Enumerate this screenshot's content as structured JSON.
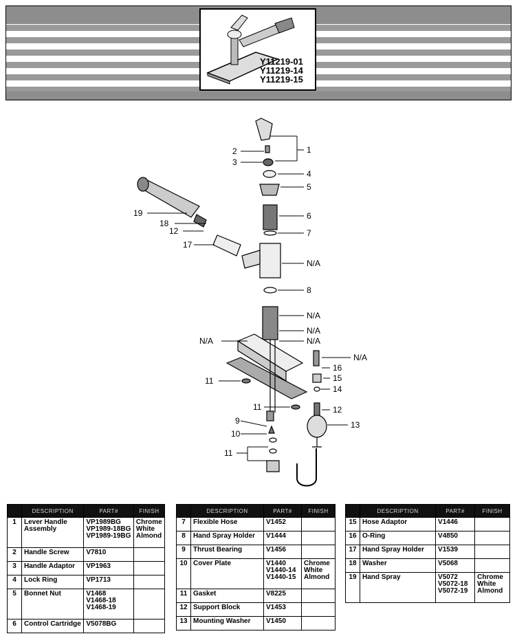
{
  "header": {
    "model_numbers": [
      "Y11219-01",
      "Y11219-14",
      "Y11219-15"
    ]
  },
  "callouts": {
    "c1": "1",
    "c2": "2",
    "c3": "3",
    "c4": "4",
    "c5": "5",
    "c6": "6",
    "c7": "7",
    "c8": "8",
    "c9": "9",
    "c10": "10",
    "c11a": "11",
    "c11b": "11",
    "c11c": "11",
    "c12a": "12",
    "c12b": "12",
    "c13": "13",
    "c14": "14",
    "c15": "15",
    "c16": "16",
    "c17": "17",
    "c18": "18",
    "c19": "19",
    "na1": "N/A",
    "na2": "N/A",
    "na3": "N/A",
    "na4": "N/A",
    "na5": "N/A",
    "na6": "N/A"
  },
  "table_headers": {
    "description": "DESCRIPTION",
    "part": "PART#",
    "finish": "FINISH"
  },
  "parts_tables": [
    {
      "rows": [
        {
          "num": "1",
          "desc": [
            "Lever Handle",
            "Assembly"
          ],
          "parts": [
            "VP1989BG",
            "VP1989-18BG",
            "VP1989-19BG"
          ],
          "finish": [
            "Chrome",
            "White",
            "Almond"
          ]
        },
        {
          "num": "2",
          "desc": [
            "Handle Screw"
          ],
          "parts": [
            "V7810"
          ],
          "finish": []
        },
        {
          "num": "3",
          "desc": [
            "Handle Adaptor"
          ],
          "parts": [
            "VP1963"
          ],
          "finish": []
        },
        {
          "num": "4",
          "desc": [
            "Lock Ring"
          ],
          "parts": [
            "VP1713"
          ],
          "finish": []
        },
        {
          "num": "5",
          "desc": [
            "Bonnet Nut"
          ],
          "parts": [
            "V1468",
            "V1468-18",
            "V1468-19"
          ],
          "finish": []
        },
        {
          "num": "6",
          "desc": [
            "Control Cartridge"
          ],
          "parts": [
            "V5078BG"
          ],
          "finish": []
        }
      ]
    },
    {
      "rows": [
        {
          "num": "7",
          "desc": [
            "Flexible Hose"
          ],
          "parts": [
            "V1452"
          ],
          "finish": []
        },
        {
          "num": "8",
          "desc": [
            "Hand Spray Holder"
          ],
          "parts": [
            "V1444"
          ],
          "finish": []
        },
        {
          "num": "9",
          "desc": [
            "Thrust Bearing"
          ],
          "parts": [
            "V1456"
          ],
          "finish": []
        },
        {
          "num": "10",
          "desc": [
            "Cover Plate"
          ],
          "parts": [
            "V1440",
            "V1440-14",
            "V1440-15"
          ],
          "finish": [
            "Chrome",
            "White",
            "Almond"
          ]
        },
        {
          "num": "11",
          "desc": [
            "Gasket"
          ],
          "parts": [
            "V8225"
          ],
          "finish": []
        },
        {
          "num": "12",
          "desc": [
            "Support Block"
          ],
          "parts": [
            "V1453"
          ],
          "finish": []
        },
        {
          "num": "13",
          "desc": [
            "Mounting Washer"
          ],
          "parts": [
            "V1450"
          ],
          "finish": []
        }
      ]
    },
    {
      "rows": [
        {
          "num": "15",
          "desc": [
            "Hose Adaptor"
          ],
          "parts": [
            "V1446"
          ],
          "finish": []
        },
        {
          "num": "16",
          "desc": [
            "O-Ring"
          ],
          "parts": [
            "V4850"
          ],
          "finish": []
        },
        {
          "num": "17",
          "desc": [
            "Hand Spray Holder"
          ],
          "parts": [
            "V1539"
          ],
          "finish": []
        },
        {
          "num": "18",
          "desc": [
            "Washer"
          ],
          "parts": [
            "V5068"
          ],
          "finish": []
        },
        {
          "num": "19",
          "desc": [
            "Hand Spray"
          ],
          "parts": [
            "V5072",
            "V5072-18",
            "V5072-19"
          ],
          "finish": [
            "Chrome",
            "White",
            "Almond"
          ]
        }
      ]
    }
  ]
}
